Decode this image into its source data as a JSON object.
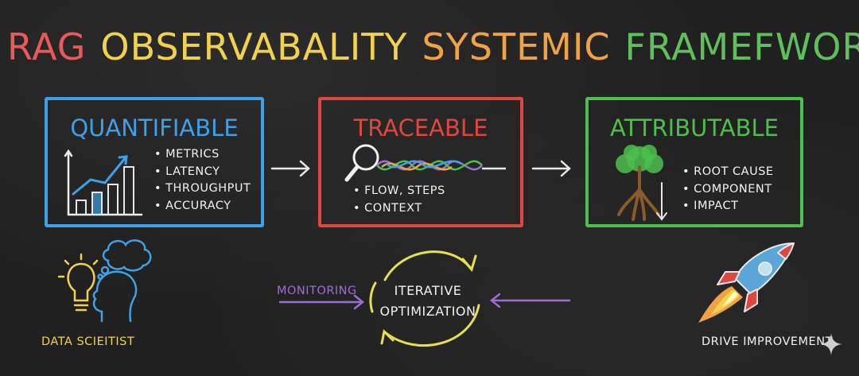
{
  "title": {
    "words": [
      "RAG",
      "OBSERVABALITY",
      "SYSTEMIC",
      "FRAMEFWORK"
    ],
    "colors": [
      "#e85a5a",
      "#f2d24b",
      "#f0a245",
      "#5fbf5c"
    ]
  },
  "boxes": [
    {
      "title": "QUANTIFIABLE",
      "color": "#3ea0e6",
      "icon": "bar-chart-icon",
      "bullets": [
        "METRICS",
        "LATENCY",
        "THROUGHPUT",
        "ACCURACY"
      ]
    },
    {
      "title": "TRACEABLE",
      "color": "#e0463e",
      "icon": "magnifier-trace-icon",
      "bullets": [
        "FLOW, STEPS",
        "CONTEXT"
      ]
    },
    {
      "title": "ATTRIBUTABLE",
      "color": "#4cbf4c",
      "icon": "tree-roots-icon",
      "bullets": [
        "ROOT CAUSE",
        "COMPONENT",
        "IMPACT"
      ]
    }
  ],
  "cycle": {
    "lines": [
      "ITERATIVE",
      "OPTIMIZATION"
    ],
    "color": "#e8e04a",
    "monitoring": "MONITORING",
    "monitoring_color": "#9b6fd0"
  },
  "data_scientist": {
    "label": "DATA SCIEITIST",
    "color": "#f2d24b",
    "icon": "lightbulb-head-icon"
  },
  "drive": {
    "label": "DRIVE IMPROVEMENT",
    "color": "#f2f2f2",
    "icon": "rocket-icon"
  }
}
